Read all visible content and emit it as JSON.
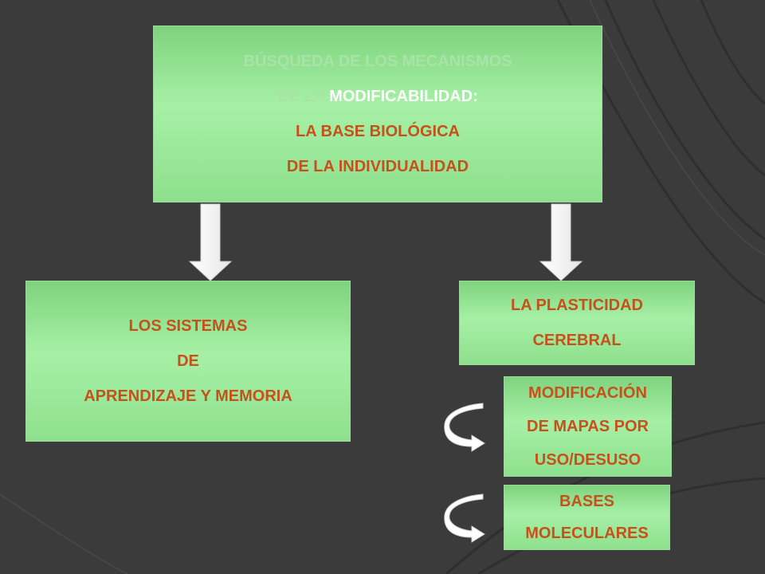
{
  "main_box": {
    "line1": "BÚSQUEDA DE LOS MECANISMOS",
    "line2a": "DE LA ",
    "line2b": "MODIFICABILIDAD:",
    "line3": "LA BASE BIOLÓGICA",
    "line4": "DE LA INDIVIDUALIDAD"
  },
  "left_box": {
    "line1": "LOS SISTEMAS",
    "line2": "DE",
    "line3": "APRENDIZAJE Y MEMORIA"
  },
  "plasticity_box": {
    "line1": "LA PLASTICIDAD",
    "line2": "CEREBRAL"
  },
  "maps_box": {
    "line1": "MODIFICACIÓN",
    "line2": "DE MAPAS POR",
    "line3": "USO/DESUSO"
  },
  "bases_box": {
    "line1": "BASES",
    "line2": "MOLECULARES"
  },
  "colors": {
    "background": "#3b3b3b",
    "box_green": "#a6f0a6",
    "text": "#c8501a",
    "arrow": "#ffffff"
  },
  "icons": [
    "down-arrow-icon",
    "curved-arrow-icon"
  ]
}
